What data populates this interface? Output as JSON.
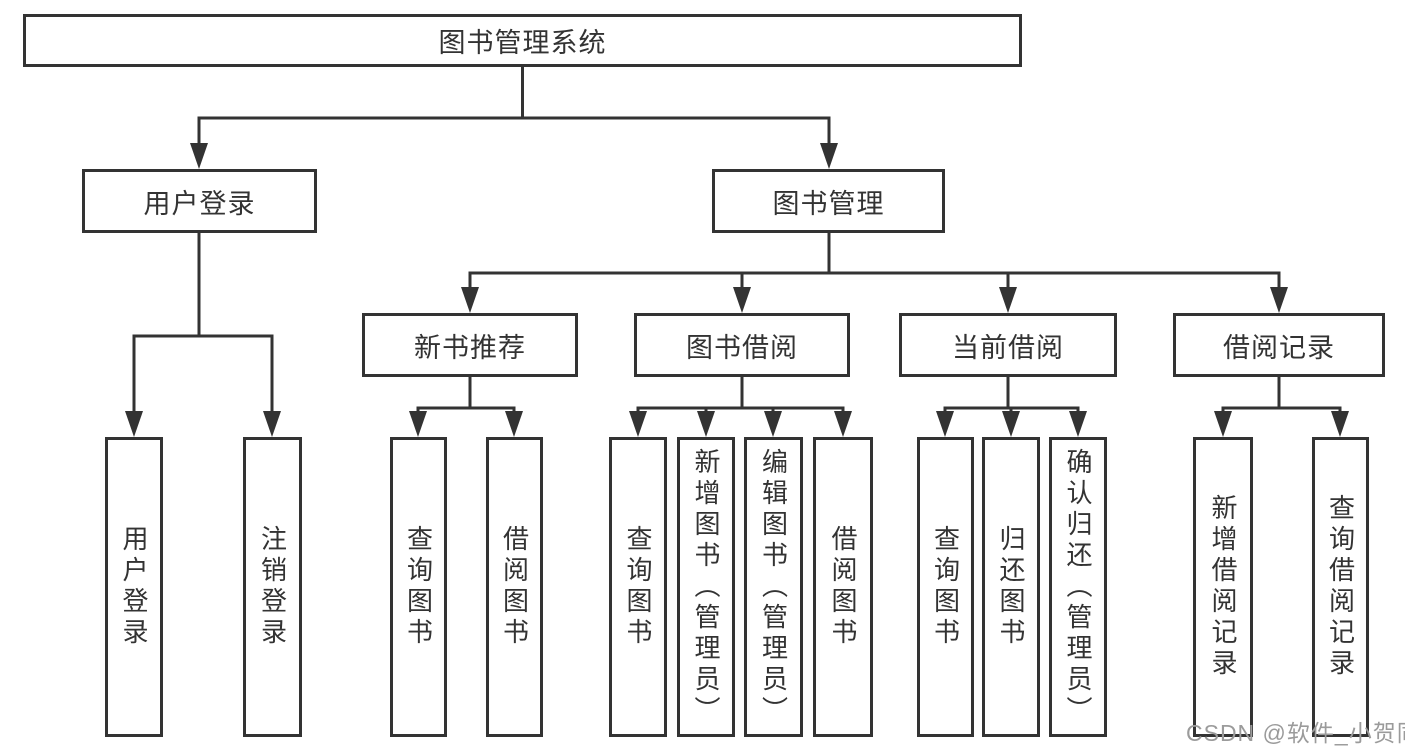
{
  "diagram": {
    "root": {
      "label": "图书管理系统"
    },
    "level2": [
      {
        "label": "用户登录",
        "leaves": [
          "用户登录",
          "注销登录"
        ]
      },
      {
        "label": "图书管理"
      }
    ],
    "level3": [
      {
        "label": "新书推荐",
        "leaves": [
          "查询图书",
          "借阅图书"
        ]
      },
      {
        "label": "图书借阅",
        "leaves": [
          "查询图书",
          "新增图书（管理员）",
          "编辑图书（管理员）",
          "借阅图书"
        ]
      },
      {
        "label": "当前借阅",
        "leaves": [
          "查询图书",
          "归还图书",
          "确认归还（管理员）"
        ]
      },
      {
        "label": "借阅记录",
        "leaves": [
          "新增借阅记录",
          "查询借阅记录"
        ]
      }
    ]
  },
  "watermark": {
    "text": "CSDN @软件_小贺同学"
  },
  "colors": {
    "line": "#333333",
    "box_border": "#333333",
    "box_fill": "#ffffff",
    "text": "#333333",
    "watermark": "#9b9b9b"
  }
}
